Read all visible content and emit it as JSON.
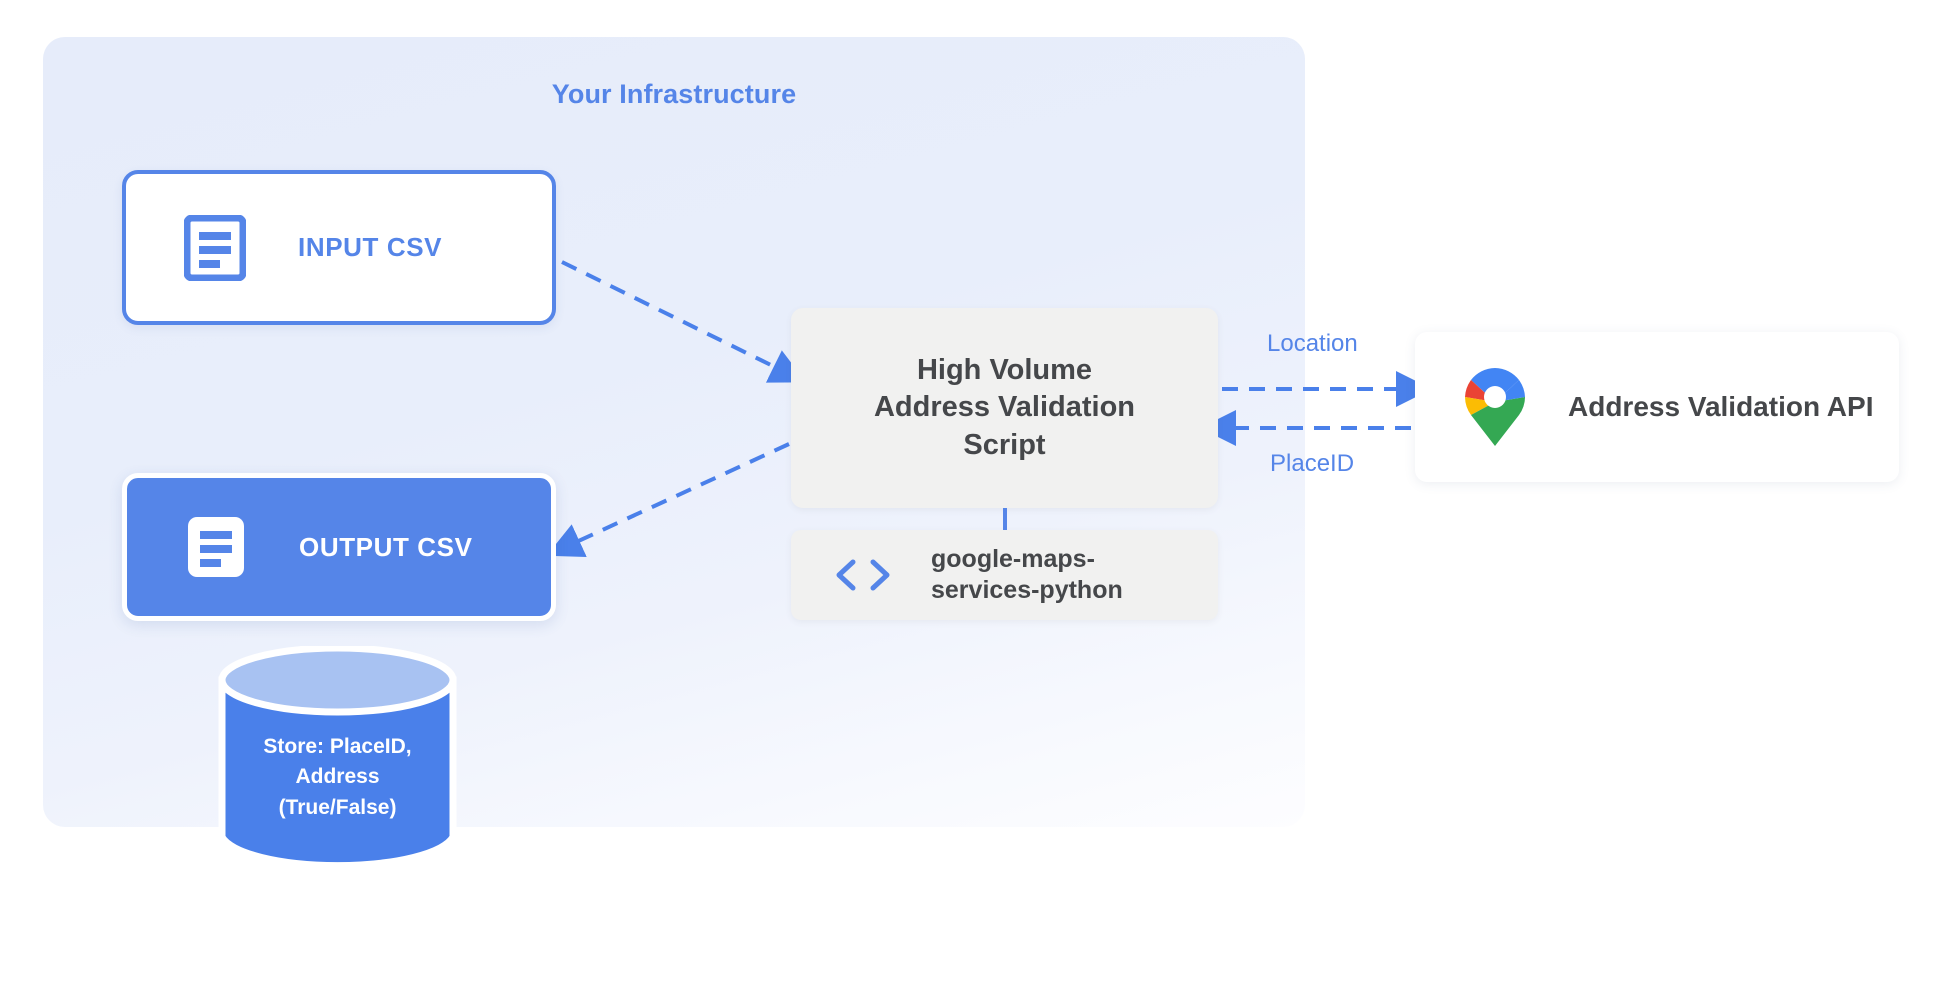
{
  "diagram": {
    "title": "Your Infrastructure",
    "accent_blue": "#5585e8",
    "panel_bg": "#e8eefb",
    "node_gray": "#f1f1f0",
    "text_dark": "#45474a"
  },
  "nodes": {
    "input_csv": {
      "label": "INPUT CSV",
      "icon": "document-icon"
    },
    "output_csv": {
      "label": "OUTPUT CSV",
      "icon": "document-icon"
    },
    "script": {
      "lines": [
        "High Volume",
        "Address Validation",
        "Script"
      ]
    },
    "library": {
      "lines": [
        "google-maps-",
        "services-python"
      ],
      "icon": "code-brackets-icon"
    },
    "api": {
      "label": "Address Validation API",
      "icon": "google-maps-pin-icon"
    },
    "datastore": {
      "lines": [
        "Store: PlaceID,",
        "Address",
        "(True/False)"
      ],
      "body_color": "#4a80ea",
      "top_color": "#a8c2f2"
    }
  },
  "edges": {
    "location_label": "Location",
    "placeid_label": "PlaceID"
  }
}
